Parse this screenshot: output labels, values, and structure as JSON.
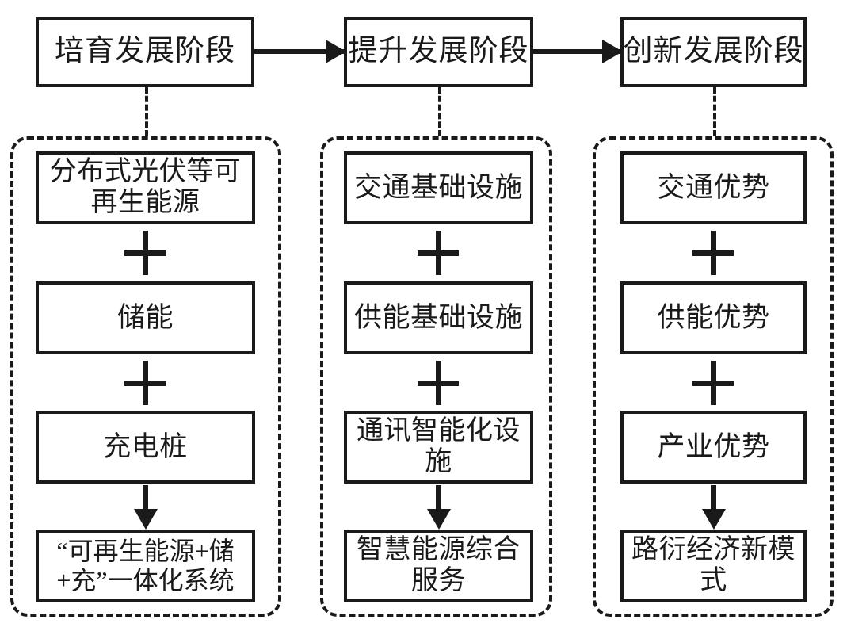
{
  "diagram": {
    "title": "",
    "colors": {
      "stroke": "#1a1a1a",
      "background": "#ffffff"
    },
    "stages": [
      {
        "label": "培育发展阶段"
      },
      {
        "label": "提升发展阶段"
      },
      {
        "label": "创新发展阶段"
      }
    ],
    "separator_symbol": "+",
    "columns": [
      {
        "stage_label": "培育发展阶段",
        "items": [
          {
            "label": "分布式光伏等可再生能源"
          },
          {
            "label": "储能"
          },
          {
            "label": "充电桩"
          }
        ],
        "result": {
          "label": "“可再生能源+储+充”一体化系统"
        }
      },
      {
        "stage_label": "提升发展阶段",
        "items": [
          {
            "label": "交通基础设施"
          },
          {
            "label": "供能基础设施"
          },
          {
            "label": "通讯智能化设施"
          }
        ],
        "result": {
          "label": "智慧能源综合服务"
        }
      },
      {
        "stage_label": "创新发展阶段",
        "items": [
          {
            "label": "交通优势"
          },
          {
            "label": "供能优势"
          },
          {
            "label": "产业优势"
          }
        ],
        "result": {
          "label": "路衍经济新模式"
        }
      }
    ]
  }
}
